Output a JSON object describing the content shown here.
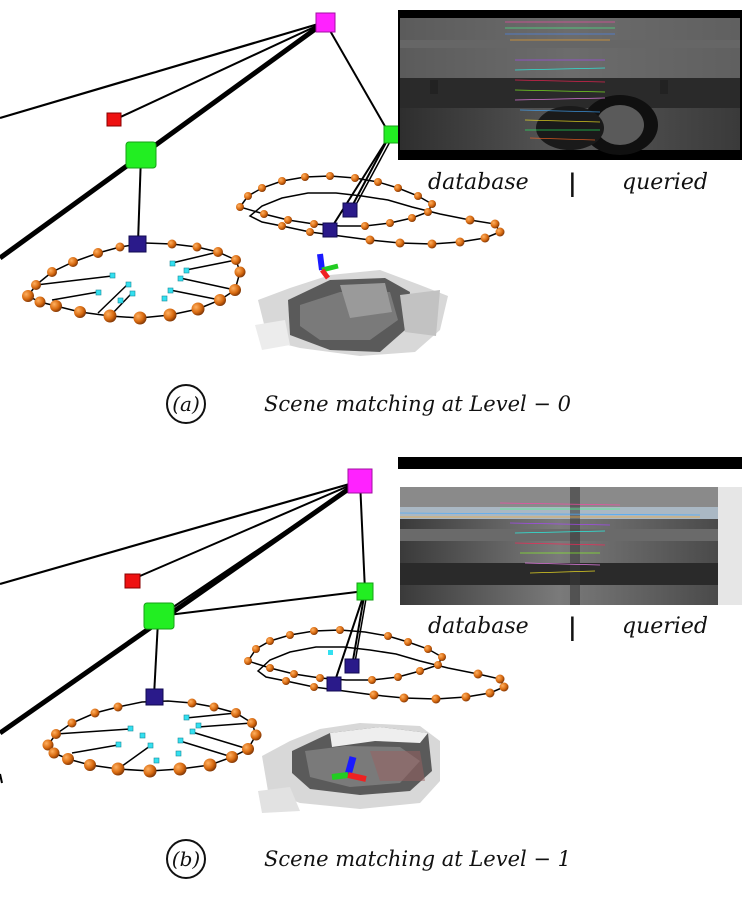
{
  "panels": [
    {
      "tag": "(a)",
      "caption": "Scene matching at Level − 0",
      "image_labels": {
        "left": "database",
        "divider": "|",
        "right": "queried"
      }
    },
    {
      "tag": "(b)",
      "caption": "Scene matching at Level − 1",
      "image_labels": {
        "left": "database",
        "divider": "|",
        "right": "queried"
      }
    }
  ],
  "colors": {
    "top_node": "#ff22ff",
    "red_node": "#ee1111",
    "green_node": "#22ee22",
    "blue_node": "#2a1a8a",
    "ring_sphere": "#d86a10",
    "cyan_point": "#33e0f0",
    "edge": "#000000"
  }
}
